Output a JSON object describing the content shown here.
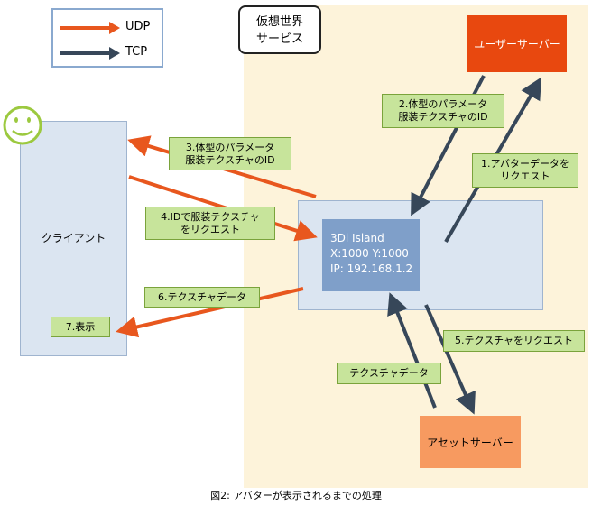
{
  "legend": {
    "udp_label": "UDP",
    "tcp_label": "TCP",
    "udp_color": "#e8571e",
    "tcp_color": "#374759"
  },
  "world": {
    "label_line1": "仮想世界",
    "label_line2": "サービス"
  },
  "nodes": {
    "user_server": "ユーザーサーバー",
    "asset_server": "アセットサーバー",
    "client": "クライアント",
    "island": {
      "name": "3Di Island",
      "coords": "X:1000 Y:1000",
      "ip": "IP: 192.168.1.2"
    }
  },
  "client_icon": "smiley-face-icon",
  "steps": {
    "s1_line1": "1.アバターデータを",
    "s1_line2": "リクエスト",
    "s2_line1": "2.体型のパラメータ",
    "s2_line2": "服装テクスチャのID",
    "s3_line1": "3.体型のパラメータ",
    "s3_line2": "服装テクスチャのID",
    "s4_line1": "4.IDで服装テクスチャ",
    "s4_line2": "をリクエスト",
    "s5": "5.テクスチャをリクエスト",
    "s6": "6.テクスチャデータ",
    "s7": "7.表示",
    "texture_data": "テクスチャデータ"
  },
  "caption": "図2: アバターが表示されるまでの処理"
}
